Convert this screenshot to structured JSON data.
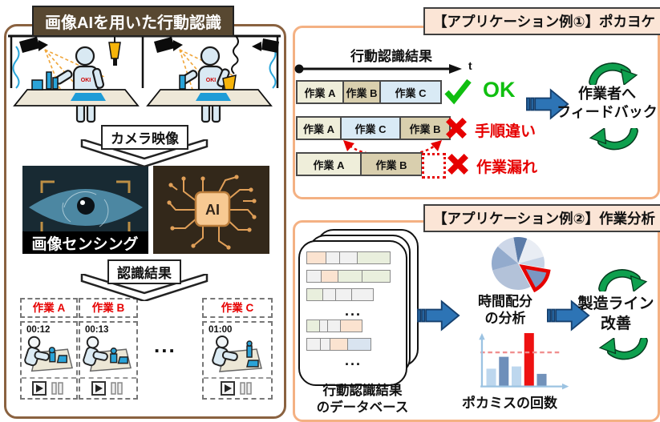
{
  "left_panel": {
    "title": "画像AIを用いた行動認識",
    "worker_logo": "OKI",
    "camera_label": "カメラ映像",
    "sensing_caption": "画像センシング",
    "ai_label": "AI",
    "recognition_label": "認識結果",
    "ellipsis": "...",
    "videos": [
      {
        "label": "作業 A",
        "time": "00:12"
      },
      {
        "label": "作業 B",
        "time": "00:13"
      },
      {
        "label": "作業 C",
        "time": "01:00"
      }
    ]
  },
  "app1": {
    "title": "【アプリケーション例①】ポカヨケ",
    "timeline_title": "行動認識結果",
    "t_label": "t",
    "rows": [
      {
        "blocks": [
          "作業 A",
          "作業 B",
          "作業 C"
        ],
        "verdict": "OK"
      },
      {
        "blocks": [
          "作業 A",
          "作業 C",
          "作業 B"
        ],
        "verdict": "手順違い"
      },
      {
        "blocks": [
          "作業 A",
          "作業 B"
        ],
        "verdict": "作業漏れ"
      }
    ],
    "feedback": {
      "line1": "作業者へ",
      "line2": "フィードバック"
    }
  },
  "app2": {
    "title": "【アプリケーション例②】作業分析",
    "db_ellipsis": "...",
    "database_label": {
      "line1": "行動認識結果",
      "line2": "のデータベース"
    },
    "pie_label": {
      "line1": "時間配分",
      "line2": "の分析"
    },
    "bar_label": "ポカミスの回数",
    "improvement_label": {
      "line1": "製造ライン",
      "line2": "改善"
    }
  },
  "icons": {
    "check": "✔",
    "cross": "✖",
    "play": "▶",
    "pause": "⏸"
  },
  "colors": {
    "brown-border": "#8a6240",
    "brown-title-bg": "#584831",
    "peach-border": "#f4b183",
    "peach-title-bg": "#fbe5d6",
    "block-a": "#efeeda",
    "block-b": "#d9cfae",
    "block-c": "#d9eaf5",
    "ok-green": "#10bf10",
    "ng-red": "#e60000",
    "arrow-blue": "#2d74b5",
    "arrow-blue-dark": "#16406e",
    "cycle-green": "#0ea04e",
    "accent-text-red": "#e60000"
  }
}
